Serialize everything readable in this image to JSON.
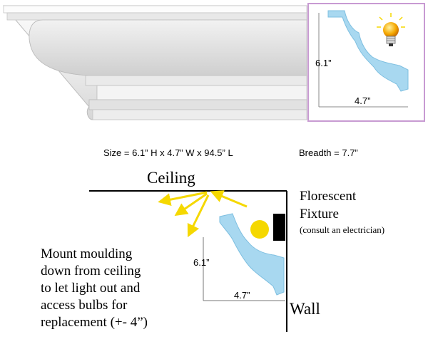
{
  "inset": {
    "height_label": "6.1”",
    "width_label": "4.7”",
    "bulb_icon": "light-bulb-icon",
    "border_color": "#c89ad2"
  },
  "size_line": {
    "size_text": "Size = 6.1” H x 4.7” W x 94.5” L",
    "breadth_text": "Breadth = 7.7”"
  },
  "install": {
    "ceiling_label": "Ceiling",
    "fixture_label_line1": "Florescent",
    "fixture_label_line2": "Fixture",
    "fixture_note": "(consult an electrician)",
    "height_label": "6.1”",
    "width_label": "4.7”",
    "wall_label": "Wall",
    "light_color": "#f5d800",
    "moulding_color": "#a8d8f0"
  },
  "instructions": {
    "line1": "Mount moulding",
    "line2": "down from ceiling",
    "line3": "to let light out and",
    "line4": "access bulbs for",
    "line5": "replacement (+- 4”)"
  }
}
